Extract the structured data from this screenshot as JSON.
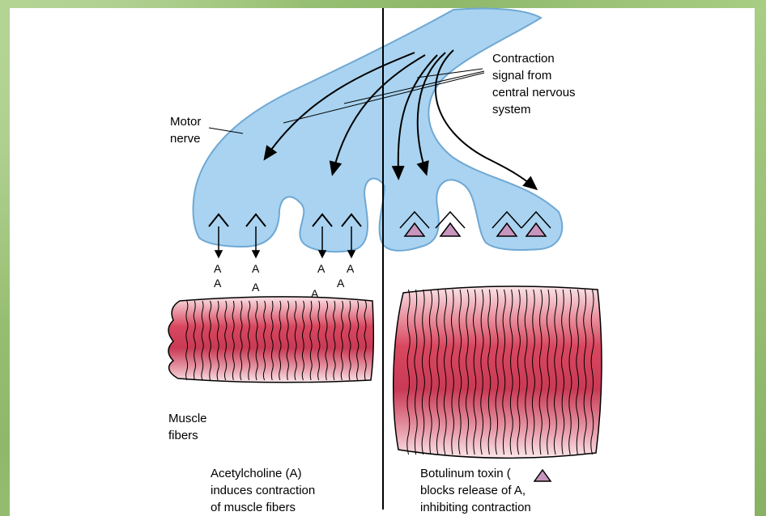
{
  "labels": {
    "contraction_signal": "Contraction\nsignal from\ncentral nervous\nsystem",
    "motor_nerve": "Motor\nnerve",
    "muscle_fibers": "Muscle\nfibers",
    "left_caption": "Acetylcholine (A)\ninduces contraction\nof muscle fibers",
    "right_caption_line1": "Botulinum toxin (",
    "right_caption_line2": "blocks release of A,\ninhibiting contraction"
  },
  "acetylcholine_symbol": "A",
  "colors": {
    "nerve": "#a9d3f0",
    "nerve_edge": "#6fa8d4",
    "muscle": "#d9475f",
    "toxin": "#c795bd",
    "background": "#9cc27a"
  }
}
